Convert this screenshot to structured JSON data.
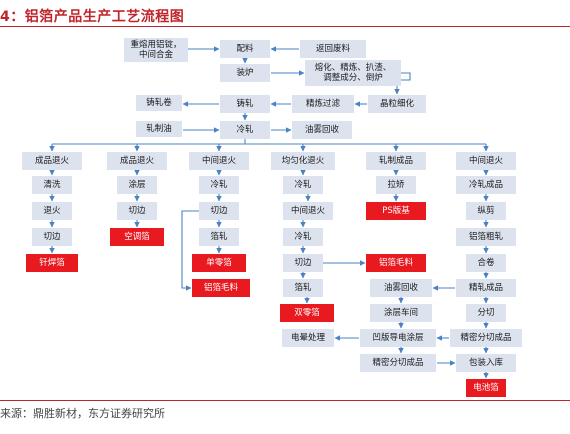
{
  "title": "4：铝箔产品生产工艺流程图",
  "source": "来源：鼎胜新材，东方证券研究所",
  "colors": {
    "node_fill": "#dce3ee",
    "node_text": "#1a1a1a",
    "highlight_fill": "#e8191f",
    "highlight_text": "#ffffff",
    "connector": "#4a83c4",
    "title": "#c0242b"
  },
  "nodes": {
    "n_raw": [
      "重熔用铝锭，",
      "中间合金"
    ],
    "n_mix": [
      "配料"
    ],
    "n_return": [
      "返回废料"
    ],
    "n_furnace": [
      "装炉"
    ],
    "n_melt": [
      "熔化、精炼、扒渣、",
      "调整成分、倒炉"
    ],
    "n_roll_coil": [
      "铸轧卷"
    ],
    "n_cast": [
      "铸轧"
    ],
    "n_filter": [
      "精炼过滤"
    ],
    "n_grain": [
      "晶粒细化"
    ],
    "n_oil": [
      "轧制油"
    ],
    "n_cold": [
      "冷轧"
    ],
    "n_mist": [
      "油雾回收"
    ],
    "c1_a": [
      "成品退火"
    ],
    "c1_b": [
      "清洗"
    ],
    "c1_c": [
      "退火"
    ],
    "c1_d": [
      "切边"
    ],
    "c1_e": [
      "钎焊箔"
    ],
    "c2_a": [
      "成品退火"
    ],
    "c2_b": [
      "涂层"
    ],
    "c2_c": [
      "切边"
    ],
    "c2_d": [
      "空调箔"
    ],
    "c3_a": [
      "中间退火"
    ],
    "c3_b": [
      "冷轧"
    ],
    "c3_c": [
      "切边"
    ],
    "c3_d": [
      "箔轧"
    ],
    "c3_e": [
      "单零箔"
    ],
    "c3_f": [
      "铝箔毛料"
    ],
    "c4_a": [
      "均匀化退火"
    ],
    "c4_b": [
      "冷轧"
    ],
    "c4_c": [
      "中间退火"
    ],
    "c4_d": [
      "冷轧"
    ],
    "c4_e": [
      "切边"
    ],
    "c4_f": [
      "箔轧"
    ],
    "c4_g": [
      "双零箔"
    ],
    "c5_a": [
      "轧制成品"
    ],
    "c5_b": [
      "拉矫"
    ],
    "c5_c": [
      "PS版基"
    ],
    "c5_foil": [
      "铝箔毛料"
    ],
    "c6_a": [
      "中间退火"
    ],
    "c6_b": [
      "冷轧成品"
    ],
    "c6_c": [
      "纵剪"
    ],
    "c6_d": [
      "铝箔粗轧"
    ],
    "c6_e": [
      "合卷"
    ],
    "c6_f": [
      "精轧成品"
    ],
    "c6_g": [
      "分切"
    ],
    "c6_h": [
      "精密分切成品"
    ],
    "c6_i": [
      "包装入库"
    ],
    "c6_j": [
      "电池箔"
    ],
    "b_mist": [
      "油雾回收"
    ],
    "b_coat": [
      "涂层车间"
    ],
    "b_corona": [
      "电晕处理"
    ],
    "b_concave": [
      "凹版导电涂层"
    ],
    "b_precise": [
      "精密分切成品"
    ]
  }
}
